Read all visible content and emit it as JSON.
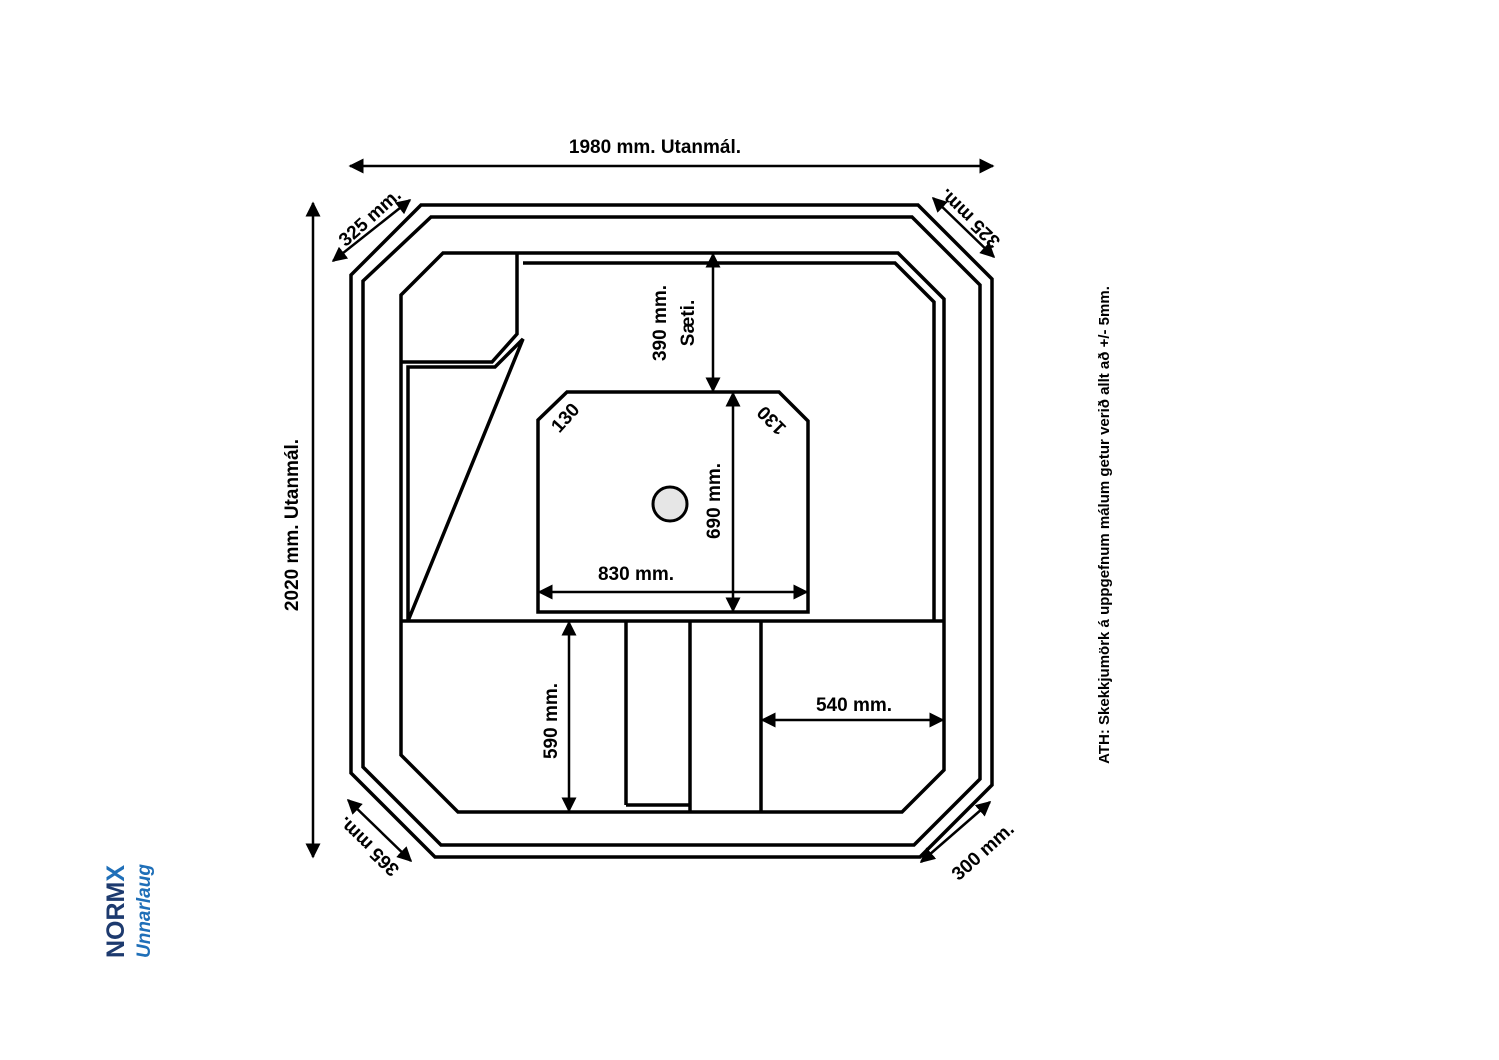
{
  "dimensions": {
    "outer_width": "1980 mm. Utanmál.",
    "outer_height": "2020 mm. Utanmál.",
    "corner_top_left": "325 mm.",
    "corner_top_right": "325 mm.",
    "corner_bottom_left": "365 mm.",
    "corner_bottom_right": "300 mm.",
    "seat_depth": "390 mm.",
    "seat_label": "Sæti.",
    "floor_depth": "690 mm.",
    "floor_width": "830 mm.",
    "floor_corner_left": "130",
    "floor_corner_right": "130",
    "lower_seat_depth": "590 mm.",
    "lower_seat_width": "540 mm."
  },
  "note": "ATH: Skekkjumörk á uppgefnum málum getur verið allt að +/- 5mm.",
  "logo": {
    "main_a": "NORM",
    "main_b": "X",
    "sub": "Unnarlaug"
  },
  "colors": {
    "line": "#000000",
    "logo_dark": "#1d3a6e",
    "logo_blue": "#1f6fb8",
    "drain_fill": "#e6e6e6"
  },
  "icons": {
    "drain": "drain-circle-icon",
    "arrows": "double-arrow-icon"
  }
}
